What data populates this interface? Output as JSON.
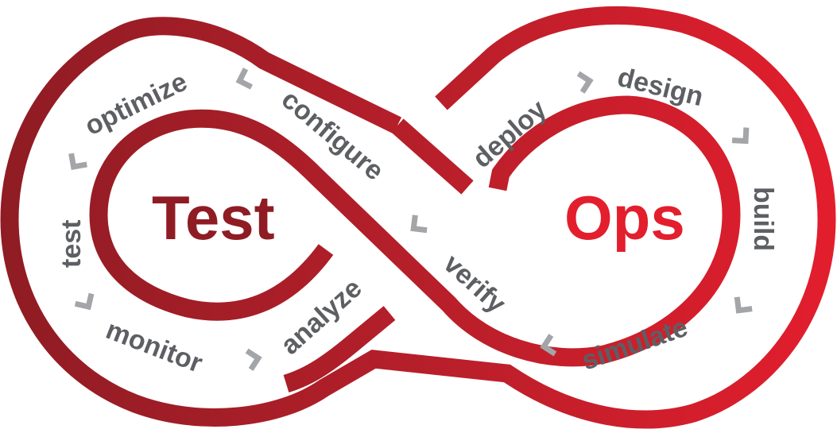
{
  "colors": {
    "left_red": "#8f1c24",
    "right_red": "#e31e2d",
    "label_gray": "#5d5f63",
    "chevron_gray": "#a3a5a8"
  },
  "centers": {
    "left": "Test",
    "right": "Ops"
  },
  "steps": {
    "optimize": "optimize",
    "configure": "configure",
    "test": "test",
    "monitor": "monitor",
    "analyze": "analyze",
    "verify": "verify",
    "deploy": "deploy",
    "design": "design",
    "build": "build",
    "simulate": "simulate"
  },
  "chevrons": [
    "chevron-left-icon",
    "chevron-left-icon",
    "chevron-right-icon",
    "chevron-right-icon",
    "chevron-left-icon",
    "chevron-right-icon",
    "chevron-right-icon",
    "chevron-right-icon",
    "chevron-left-icon"
  ]
}
